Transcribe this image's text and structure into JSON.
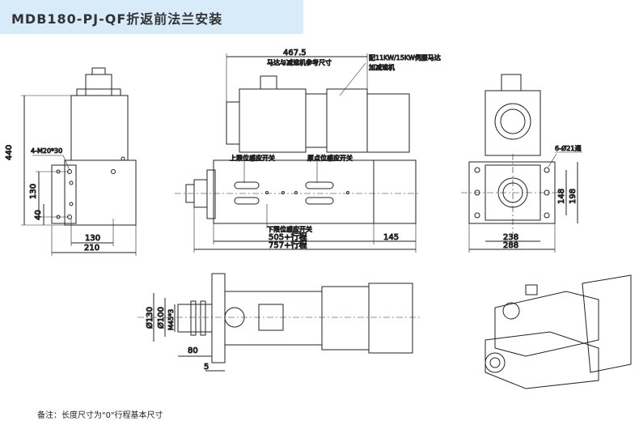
{
  "title": "MDB180-PJ-QF折返前法兰安装",
  "note": "备注：长度尺寸为\"0\"行程基本尺寸",
  "labels": {
    "motor_ref": "马达与减速机参考尺寸",
    "servo_note_1": "配11KW/15KW伺服马达",
    "servo_note_2": "加减速机",
    "upper_switch": "上限位感应开关",
    "origin_switch": "原点位感应开关",
    "lower_switch": "下限位感应开关",
    "holes_left": "4-M20*30",
    "holes_right": "6-Ø21通"
  },
  "dims": {
    "d467": "467.5",
    "d440": "440",
    "d130v": "130",
    "d40": "40",
    "d130h": "130",
    "d210": "210",
    "d505": "505+行程",
    "d757": "757+行程",
    "d145": "145",
    "d148": "148",
    "d198": "198",
    "d238": "238",
    "d288": "288",
    "dphi130": "Ø130",
    "dphi100": "Ø100",
    "dm45": "M45*3",
    "d80": "80",
    "d5": "5"
  }
}
